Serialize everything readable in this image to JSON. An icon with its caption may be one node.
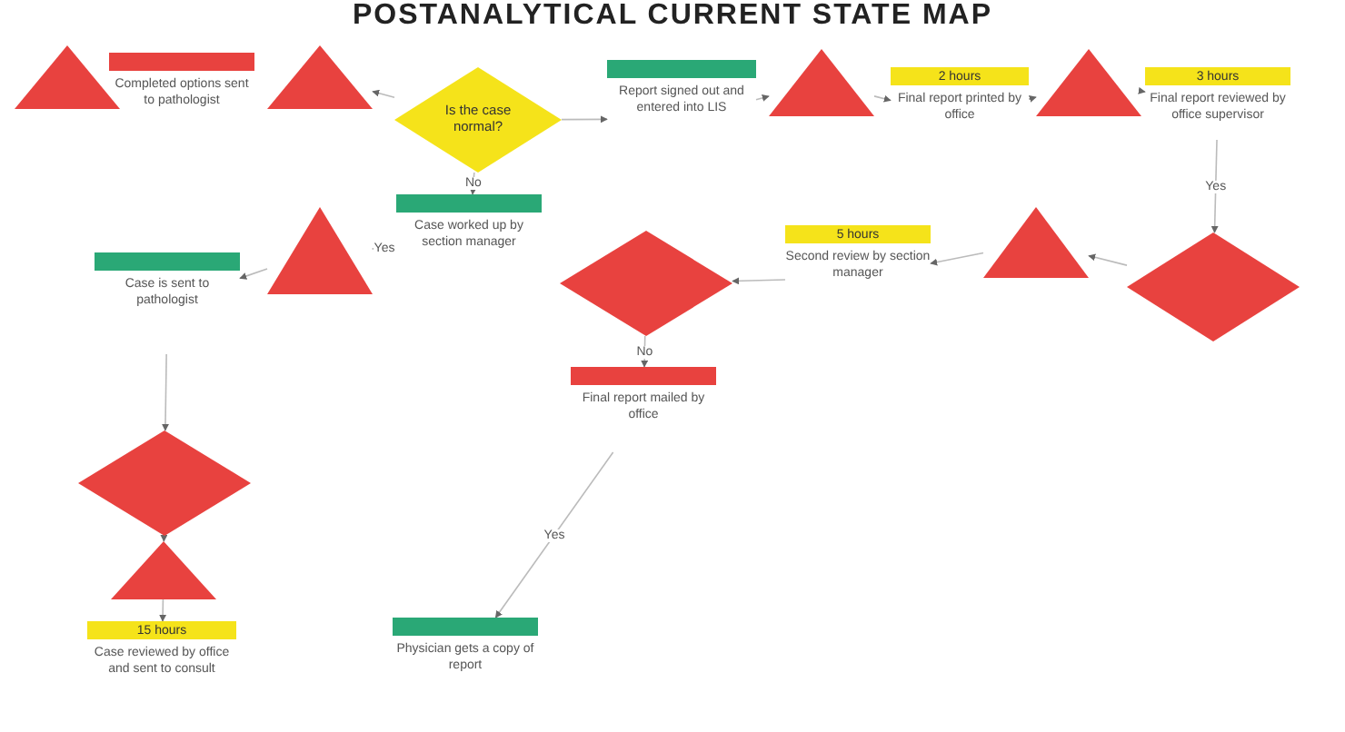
{
  "diagram": {
    "title": "POSTANALYTICAL CURRENT STATE MAP",
    "nodes": [
      {
        "text": [],
        "shape": "triangle"
      },
      {
        "text": [
          "Completed options sent to pathologist"
        ]
      },
      {
        "text": [],
        "shape": "triangle"
      },
      {
        "text": [
          "Is the case normal?"
        ]
      },
      {
        "text": [
          "Report signed out and entered into LIS"
        ]
      },
      {
        "text": [],
        "shape": "triangle"
      },
      {
        "text": [
          "2 hours",
          "Final report printed by office"
        ]
      },
      {
        "text": [],
        "shape": "triangle"
      },
      {
        "text": [
          "3 hours",
          "Final report reviewed by office supervisor"
        ]
      },
      {
        "text": [
          "Case worked up by section manager"
        ]
      },
      {
        "text": [
          "Case is sent to pathologist"
        ]
      },
      {
        "text": [],
        "shape": "triangle"
      },
      {
        "text": [],
        "shape": "diamond"
      },
      {
        "text": [
          "5 hours",
          "Second review by section manager"
        ]
      },
      {
        "text": [],
        "shape": "triangle"
      },
      {
        "text": [],
        "shape": "diamond"
      },
      {
        "text": [
          "Final report mailed by office"
        ]
      },
      {
        "text": [],
        "shape": "diamond"
      },
      {
        "text": [],
        "shape": "triangle"
      },
      {
        "text": [
          "15 hours",
          "Case reviewed by office and sent to consult"
        ]
      },
      {
        "text": [
          "Physician gets a copy of report"
        ]
      }
    ],
    "edges": [
      {
        "from": 3,
        "to": 2,
        "arrow": "to"
      },
      {
        "from": 3,
        "to": 4,
        "arrow": "to"
      },
      {
        "from": 4,
        "to": 5,
        "arrow": "to"
      },
      {
        "from": 5,
        "to": 6,
        "arrow": "to"
      },
      {
        "from": 6,
        "to": 7,
        "arrow": "to"
      },
      {
        "from": 7,
        "to": 8,
        "arrow": "to"
      },
      {
        "from": 8,
        "to": 15,
        "arrow": "to",
        "label": "Yes"
      },
      {
        "from": 15,
        "to": 14,
        "arrow": "to"
      },
      {
        "from": 14,
        "to": 13,
        "arrow": "to"
      },
      {
        "from": 13,
        "to": 12,
        "arrow": "to"
      },
      {
        "from": 12,
        "to": 16,
        "arrow": "to",
        "label": "No"
      },
      {
        "from": 3,
        "to": 9,
        "arrow": "to",
        "label": "No"
      },
      {
        "from": 9,
        "to": 11,
        "arrow": "to",
        "label": "Yes"
      },
      {
        "from": 11,
        "to": 10,
        "arrow": "to"
      },
      {
        "from": 10,
        "to": 17,
        "arrow": "to"
      },
      {
        "from": 17,
        "to": 18,
        "arrow": "to"
      },
      {
        "from": 18,
        "to": 19,
        "arrow": "to"
      },
      {
        "from": 16,
        "to": 20,
        "arrow": "to",
        "label": "Yes"
      }
    ]
  }
}
